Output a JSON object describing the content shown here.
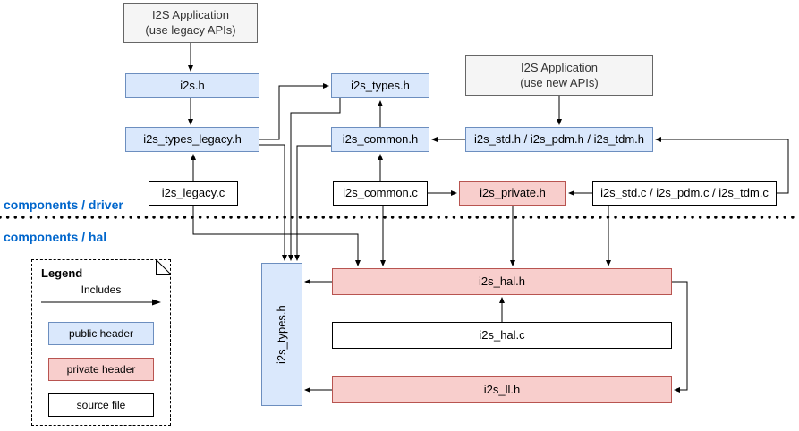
{
  "sections": {
    "driver": "components / driver",
    "hal": "components / hal"
  },
  "nodes": {
    "app_legacy": "I2S Application\n(use legacy APIs)",
    "i2s_h": "i2s.h",
    "i2s_types_legacy_h": "i2s_types_legacy.h",
    "i2s_legacy_c": "i2s_legacy.c",
    "i2s_types_h_driver": "i2s_types.h",
    "i2s_common_h": "i2s_common.h",
    "i2s_common_c": "i2s_common.c",
    "i2s_private_h": "i2s_private.h",
    "app_new": "I2S Application\n(use new APIs)",
    "i2s_std_h": "i2s_std.h / i2s_pdm.h / i2s_tdm.h",
    "i2s_std_c": "i2s_std.c / i2s_pdm.c / i2s_tdm.c",
    "i2s_types_h_hal": "i2s_types.h",
    "i2s_hal_h": "i2s_hal.h",
    "i2s_hal_c": "i2s_hal.c",
    "i2s_ll_h": "i2s_ll.h"
  },
  "legend": {
    "title": "Legend",
    "includes": "Includes",
    "public_header": "public header",
    "private_header": "private header",
    "source_file": "source file"
  },
  "colors": {
    "public_header_fill": "#dae8fc",
    "public_header_border": "#6c8ebf",
    "private_header_fill": "#f8cecc",
    "private_header_border": "#b85450",
    "application_fill": "#f5f5f5",
    "application_border": "#666666",
    "source_fill": "#ffffff",
    "source_border": "#000000",
    "section_label": "#0066cc"
  },
  "edges": [
    {
      "from": "I2S Application (use legacy APIs)",
      "to": "i2s.h"
    },
    {
      "from": "i2s.h",
      "to": "i2s_types_legacy.h"
    },
    {
      "from": "i2s_legacy.c",
      "to": "i2s_types_legacy.h"
    },
    {
      "from": "i2s_types_legacy.h",
      "to": "i2s_types.h (driver)"
    },
    {
      "from": "i2s_types_legacy.h",
      "to": "i2s_types.h (hal)"
    },
    {
      "from": "i2s_common.h",
      "to": "i2s_types.h (driver)"
    },
    {
      "from": "i2s_common.h",
      "to": "i2s_types.h (hal)"
    },
    {
      "from": "i2s_types.h (driver)",
      "to": "i2s_types.h (hal)"
    },
    {
      "from": "i2s_common.c",
      "to": "i2s_common.h"
    },
    {
      "from": "i2s_common.c",
      "to": "i2s_private.h"
    },
    {
      "from": "i2s_common.c",
      "to": "i2s_hal.h"
    },
    {
      "from": "I2S Application (use new APIs)",
      "to": "i2s_std.h / i2s_pdm.h / i2s_tdm.h"
    },
    {
      "from": "i2s_std.h / i2s_pdm.h / i2s_tdm.h",
      "to": "i2s_common.h"
    },
    {
      "from": "i2s_std.c / i2s_pdm.c / i2s_tdm.c",
      "to": "i2s_std.h / i2s_pdm.h / i2s_tdm.h"
    },
    {
      "from": "i2s_std.c / i2s_pdm.c / i2s_tdm.c",
      "to": "i2s_private.h"
    },
    {
      "from": "i2s_std.c / i2s_pdm.c / i2s_tdm.c",
      "to": "i2s_hal.h"
    },
    {
      "from": "i2s_legacy.c",
      "to": "i2s_hal.h"
    },
    {
      "from": "i2s_private.h",
      "to": "i2s_hal.h"
    },
    {
      "from": "i2s_hal.c",
      "to": "i2s_hal.h"
    },
    {
      "from": "i2s_hal.h",
      "to": "i2s_types.h (hal)"
    },
    {
      "from": "i2s_hal.h",
      "to": "i2s_ll.h"
    },
    {
      "from": "i2s_ll.h",
      "to": "i2s_types.h (hal)"
    }
  ]
}
